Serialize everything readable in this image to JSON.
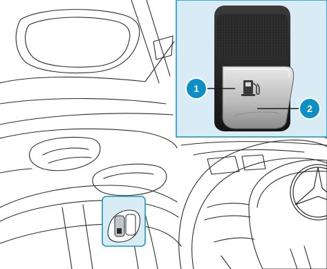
{
  "diagram": {
    "callouts": [
      {
        "number": "1",
        "target": "fuel-filler-flap-release-button"
      },
      {
        "number": "2",
        "target": "release-button-lower-edge"
      }
    ],
    "colors": {
      "highlight": "#d9ecf6",
      "highlight_border": "#1a96c6",
      "callout_fill": "#0b8fc4",
      "line": "#2a2a2a"
    },
    "icons": {
      "fuel_pump": "fuel-pump-icon",
      "mercedes_star": "mercedes-star-icon"
    }
  }
}
